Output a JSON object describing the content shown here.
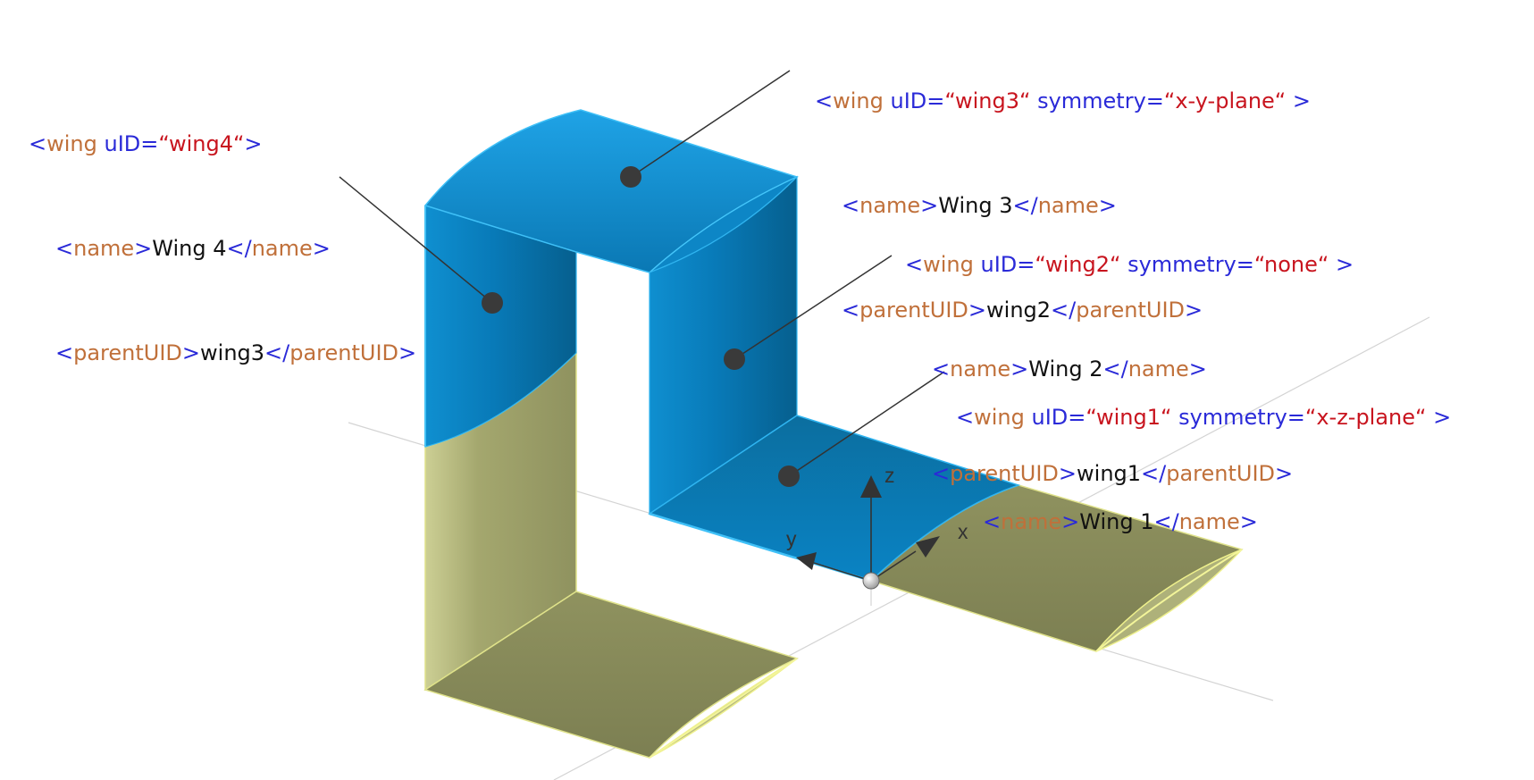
{
  "colors": {
    "wing_blue": "#0a86c8",
    "wing_blue_dark": "#06618f",
    "wing_mirror": "#8f9260",
    "tag": "#c0703a",
    "attribute": "#2a2ad8",
    "value": "#c8141e"
  },
  "annotations": [
    {
      "id": "wing4",
      "open": [
        "<",
        "wing",
        " ",
        "uID=",
        "“wing4“",
        ">"
      ],
      "lines": [
        {
          "open": "<",
          "tag": "name",
          "close": ">",
          "text": "Wing 4",
          "end_open": "</",
          "end_tag": "name",
          "end_close": ">"
        },
        {
          "open": "<",
          "tag": "parentUID",
          "close": ">",
          "text": "wing3",
          "end_open": "</",
          "end_tag": "parentUID",
          "end_close": ">"
        }
      ]
    },
    {
      "id": "wing3",
      "open": [
        "<",
        "wing",
        " ",
        "uID=",
        "“wing3“",
        " ",
        "symmetry=",
        "“x-y-plane“",
        " >"
      ],
      "lines": [
        {
          "open": "<",
          "tag": "name",
          "close": ">",
          "text": "Wing 3",
          "end_open": "</",
          "end_tag": "name",
          "end_close": ">"
        },
        {
          "open": "<",
          "tag": "parentUID",
          "close": ">",
          "text": "wing2",
          "end_open": "</",
          "end_tag": "parentUID",
          "end_close": ">"
        }
      ]
    },
    {
      "id": "wing2",
      "open": [
        "<",
        "wing",
        " ",
        "uID=",
        "“wing2“",
        " ",
        "symmetry=",
        "“none“",
        " >"
      ],
      "lines": [
        {
          "open": "<",
          "tag": "name",
          "close": ">",
          "text": "Wing 2",
          "end_open": "</",
          "end_tag": "name",
          "end_close": ">"
        },
        {
          "open": "<",
          "tag": "parentUID",
          "close": ">",
          "text": "wing1",
          "end_open": "</",
          "end_tag": "parentUID",
          "end_close": ">"
        }
      ]
    },
    {
      "id": "wing1",
      "open": [
        "<",
        "wing",
        " ",
        "uID=",
        "“wing1“",
        " ",
        "symmetry=",
        "“x-z-plane“",
        " >"
      ],
      "lines": [
        {
          "open": "<",
          "tag": "name",
          "close": ">",
          "text": "Wing 1",
          "end_open": "</",
          "end_tag": "name",
          "end_close": ">"
        }
      ]
    }
  ],
  "axes": {
    "x_label": "x",
    "y_label": "y",
    "z_label": "z"
  }
}
